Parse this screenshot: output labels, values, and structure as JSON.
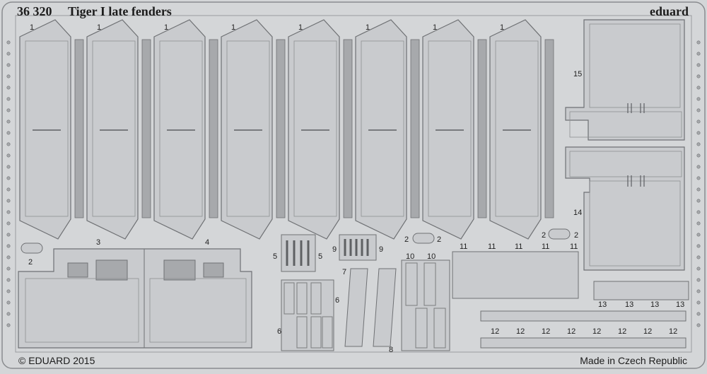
{
  "header": {
    "catalog_number": "36 320",
    "title": "Tiger I late fenders",
    "brand": "eduard"
  },
  "footer": {
    "copyright": "© EDUARD 2015",
    "origin": "Made in Czech Republic"
  },
  "part_labels": {
    "fender_1": "1",
    "part_2": "2",
    "part_3": "3",
    "part_4": "4",
    "part_5": "5",
    "part_6": "6",
    "part_7": "7",
    "part_8": "8",
    "part_9": "9",
    "part_10": "10",
    "part_11": "11",
    "part_12": "12",
    "part_13": "13",
    "part_14": "14",
    "part_15": "15"
  },
  "colors": {
    "sheet": "#d4d6d8",
    "part_fill": "#c9cbce",
    "outline": "#6f7174",
    "dark": "#8e9093"
  }
}
